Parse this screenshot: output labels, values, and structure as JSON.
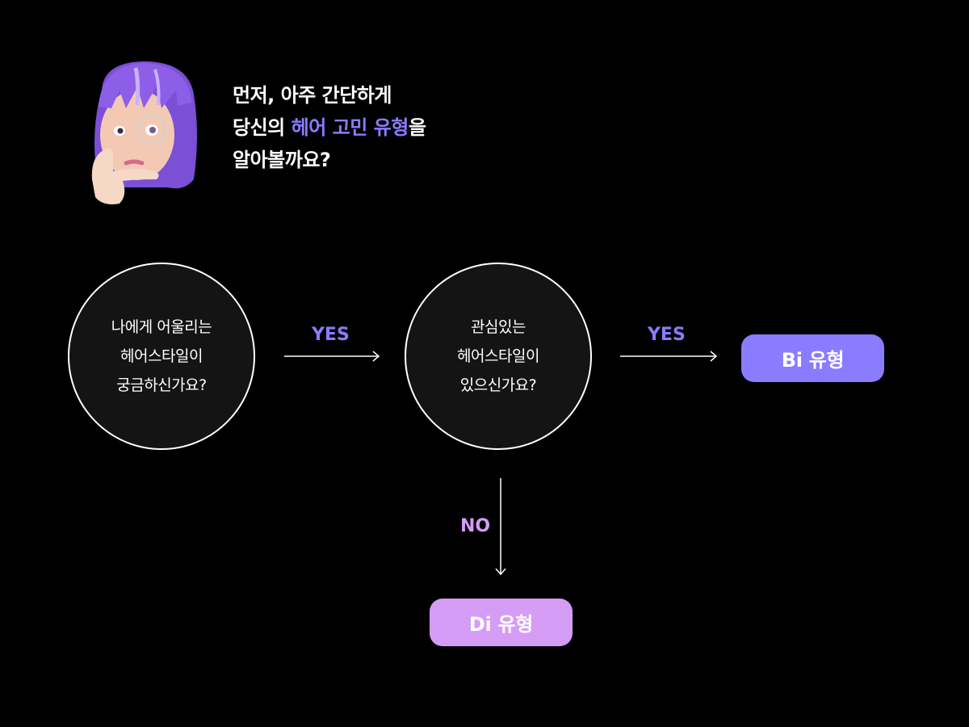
{
  "intro": {
    "line1": "먼저, 아주 간단하게",
    "line2_pre": "당신의 ",
    "line2_accent": "헤어 고민 유형",
    "line2_post": "을",
    "line3": "알아볼까요?"
  },
  "question1": {
    "lines": [
      "나에게 어울리는",
      "헤어스타일이",
      "궁금하신가요?"
    ]
  },
  "question2": {
    "lines": [
      "관심있는",
      "헤어스타일이",
      "있으신가요?"
    ]
  },
  "edges": {
    "yes1": "YES",
    "yes2": "YES",
    "no": "NO"
  },
  "results": {
    "bi": "Bi 유형",
    "di": "Di 유형"
  },
  "colors": {
    "accent": "#8a7cff",
    "secondary": "#d59cf5",
    "background": "#000000",
    "circle_fill": "#141414"
  }
}
